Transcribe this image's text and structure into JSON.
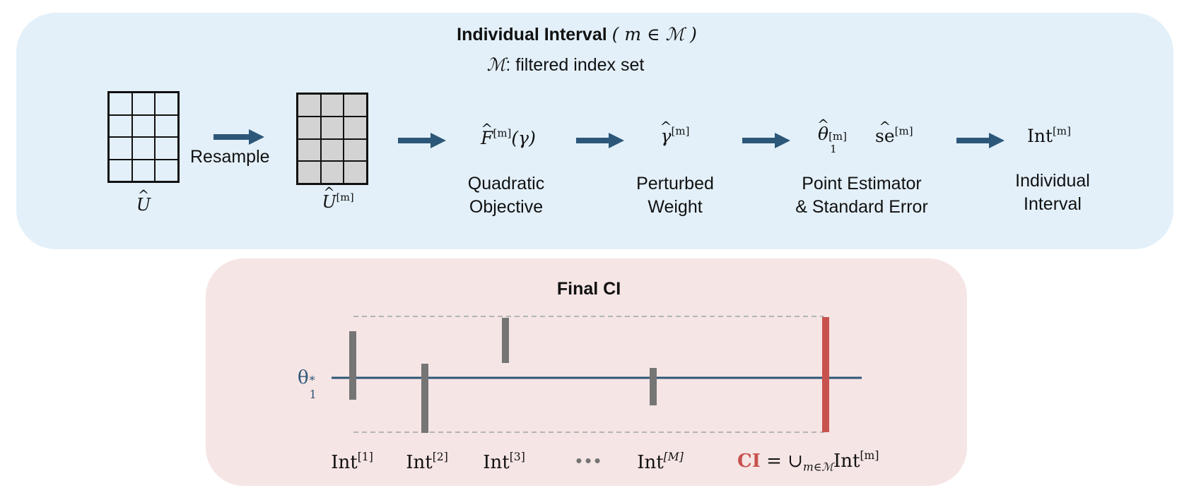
{
  "top": {
    "title_bold": "Individual Interval",
    "title_math": "( m ∈ ℳ )",
    "subtitle_math": "ℳ",
    "subtitle_text": ": filtered index set",
    "u_hat": "U",
    "resample": "Resample",
    "u_hat_m": "U",
    "u_hat_m_sup": "[m]",
    "f_hat": "F",
    "f_hat_sup": "[m]",
    "f_hat_arg": "(γ)",
    "gamma_hat": "γ",
    "gamma_sup": "[m]",
    "theta_hat": "θ",
    "theta_sup": "[m]",
    "theta_sub": "1",
    "se_hat": "se",
    "se_sup": "[m]",
    "int_label": "Int",
    "int_sup": "[m]",
    "quadratic_line1": "Quadratic",
    "quadratic_line2": "Objective",
    "perturbed_line1": "Perturbed",
    "perturbed_line2": "Weight",
    "point_line1": "Point Estimator",
    "point_line2": "& Standard Error",
    "individual_line1": "Individual",
    "individual_line2": "Interval"
  },
  "bottom": {
    "title": "Final CI",
    "theta_star": "θ",
    "theta_star_sup": "*",
    "theta_star_sub": "1",
    "int1": "Int",
    "int1_sup": "[1]",
    "int2": "Int",
    "int2_sup": "[2]",
    "int3": "Int",
    "int3_sup": "[3]",
    "intM": "Int",
    "intM_sup": "[M]",
    "dots": "•••",
    "ci_label": "CI",
    "ci_eq": " = ∪",
    "ci_sub": "m∈ℳ",
    "ci_int": "Int",
    "ci_int_sup": "[m]"
  },
  "colors": {
    "top_panel": "#e3f0f9",
    "bottom_panel": "#f6e5e5",
    "arrow": "#2d5778",
    "interval_bar": "#757575",
    "final_ci_bar": "#c8524e",
    "dashed": "#b5b5b5"
  }
}
